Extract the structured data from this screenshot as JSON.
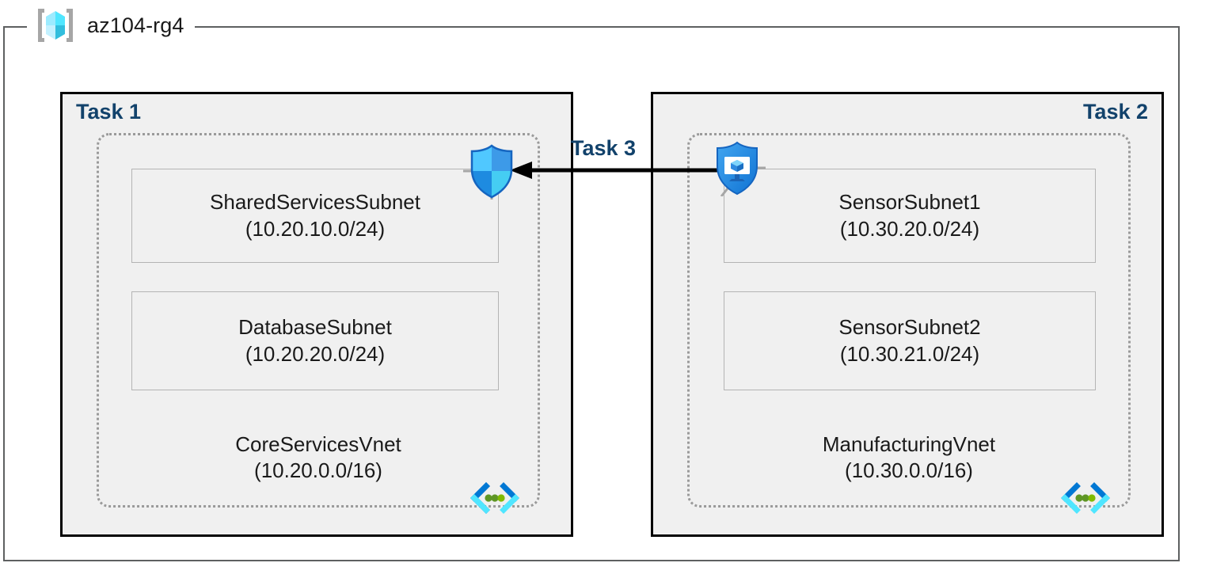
{
  "resource_group": {
    "name": "az104-rg4",
    "icon": "resource-group-cube-icon"
  },
  "tasks": [
    {
      "id": "task1",
      "label": "Task 1",
      "align": "left"
    },
    {
      "id": "task2",
      "label": "Task 2",
      "align": "right"
    },
    {
      "id": "task3",
      "label": "Task 3"
    }
  ],
  "vnets": [
    {
      "name": "CoreServicesVnet",
      "cidr": "(10.20.0.0/16)",
      "icon": "virtual-network-icon",
      "subnets": [
        {
          "name": "SharedServicesSubnet",
          "cidr": "(10.20.10.0/24)"
        },
        {
          "name": "DatabaseSubnet",
          "cidr": "(10.20.20.0/24)"
        }
      ]
    },
    {
      "name": "ManufacturingVnet",
      "cidr": "(10.30.0.0/16)",
      "icon": "virtual-network-icon",
      "subnets": [
        {
          "name": "SensorSubnet1",
          "cidr": "(10.30.20.0/24)"
        },
        {
          "name": "SensorSubnet2",
          "cidr": "(10.30.21.0/24)"
        }
      ]
    }
  ],
  "connection": {
    "label": "Task 3",
    "direction": "right-to-left",
    "left_icon": "vnet-peering-shield-icon",
    "right_icon": "vnet-gateway-shield-monitor-icon"
  },
  "colors": {
    "task_label": "#12426b",
    "task_border": "#000000",
    "task_fill": "#f0f0f0",
    "rg_border": "#5e6061",
    "vnet_dotted_border": "#9a9a9a",
    "subnet_border": "#b4b4b4",
    "text": "#1a1a1a",
    "azure_blue": "#0078d4",
    "azure_cyan": "#50e6ff",
    "vnet_green": "#5e9624",
    "arrow": "#000000"
  }
}
